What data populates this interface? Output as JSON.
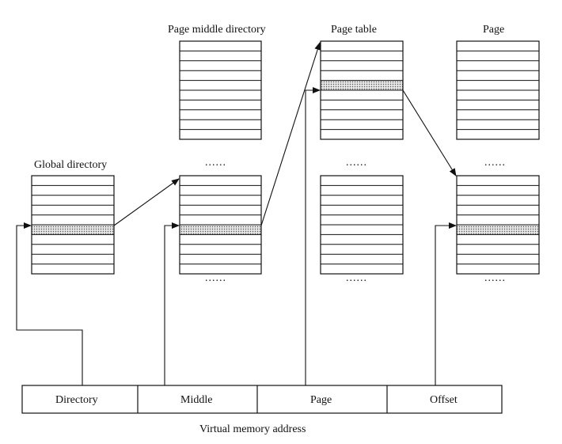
{
  "title_labels": {
    "page_middle_directory": "Page middle directory",
    "page_table": "Page table",
    "page": "Page",
    "global_directory": "Global directory"
  },
  "ellipsis": "......",
  "address_fields": [
    "Directory",
    "Middle",
    "Page",
    "Offset"
  ],
  "caption": "Virtual memory address",
  "colors": {
    "line": "#111111",
    "shade": "#bdbdbd"
  },
  "tables": [
    {
      "name": "global-directory-table",
      "rows": 10,
      "selected_row": 5
    },
    {
      "name": "page-middle-directory-top",
      "rows": 10,
      "selected_row": null
    },
    {
      "name": "page-middle-directory-bottom",
      "rows": 10,
      "selected_row": 5
    },
    {
      "name": "page-table-top",
      "rows": 10,
      "selected_row": 4
    },
    {
      "name": "page-table-bottom",
      "rows": 10,
      "selected_row": null
    },
    {
      "name": "page-top",
      "rows": 10,
      "selected_row": null
    },
    {
      "name": "page-bottom",
      "rows": 10,
      "selected_row": 5
    }
  ]
}
